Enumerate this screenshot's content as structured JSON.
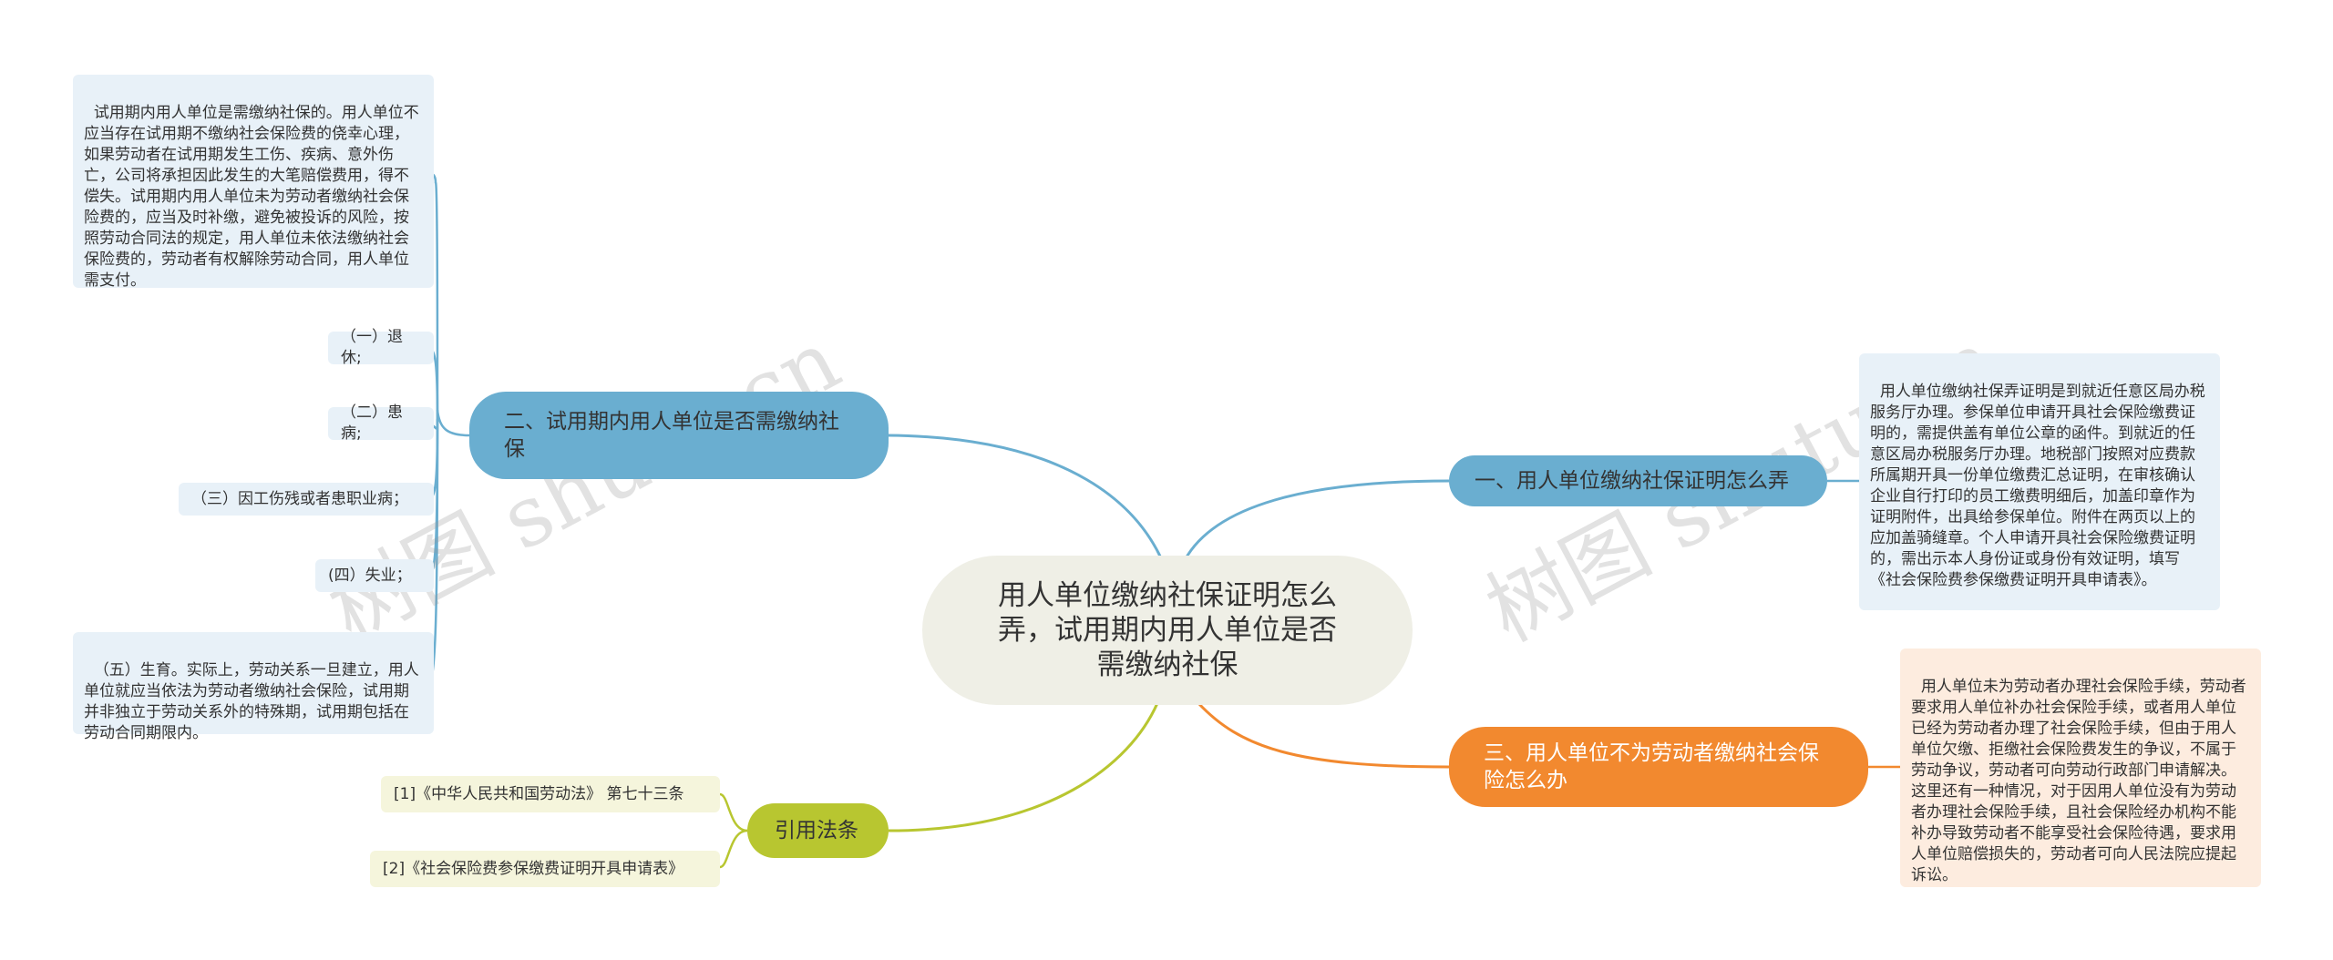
{
  "center": {
    "title": "用人单位缴纳社保证明怎么弄，试用期内用人单位是否需缴纳社保"
  },
  "branches": {
    "b1": {
      "label": "一、用人单位缴纳社保证明怎么弄",
      "color": "#6aaed0"
    },
    "b2": {
      "label": "二、试用期内用人单位是否需缴纳社保",
      "color": "#6aaed0"
    },
    "b3": {
      "label": "三、用人单位不为劳动者缴纳社会保险怎么办",
      "color": "#f2892f"
    },
    "b4": {
      "label": "引用法条",
      "color": "#b8c630"
    }
  },
  "leaves": {
    "b1_text": "用人单位缴纳社保弄证明是到就近任意区局办税服务厅办理。参保单位申请开具社会保险缴费证明的，需提供盖有单位公章的函件。到就近的任意区局办税服务厅办理。地税部门按照对应费款所属期开具一份单位缴费汇总证明，在审核确认企业自行打印的员工缴费明细后，加盖印章作为证明附件，出具给参保单位。附件在两页以上的应加盖骑缝章。个人申请开具社会保险缴费证明的，需出示本人身份证或身份有效证明，填写《社会保险费参保缴费证明开具申请表》。",
    "b2_main": "试用期内用人单位是需缴纳社保的。用人单位不应当存在试用期不缴纳社会保险费的侥幸心理，如果劳动者在试用期发生工伤、疾病、意外伤亡，公司将承担因此发生的大笔赔偿费用，得不偿失。试用期内用人单位未为劳动者缴纳社会保险费的，应当及时补缴，避免被投诉的风险，按照劳动合同法的规定，用人单位未依法缴纳社会保险费的，劳动者有权解除劳动合同，用人单位需支付。",
    "b2_1": "（一）退休;",
    "b2_2": "（二）患病;",
    "b2_3": "（三）因工伤残或者患职业病；",
    "b2_4": "(四）失业；",
    "b2_5": "（五）生育。实际上，劳动关系一旦建立，用人单位就应当依法为劳动者缴纳社会保险，试用期并非独立于劳动关系外的特殊期，试用期包括在劳动合同期限内。",
    "b3_text": "用人单位未为劳动者办理社会保险手续，劳动者要求用人单位补办社会保险手续，或者用人单位已经为劳动者办理了社会保险手续，但由于用人单位欠缴、拒缴社会保险费发生的争议，不属于劳动争议，劳动者可向劳动行政部门申请解决。这里还有一种情况，对于因用人单位没有为劳动者办理社会保险手续，且社会保险经办机构不能补办导致劳动者不能享受社会保险待遇，要求用人单位赔偿损失的，劳动者可向人民法院应提起诉讼。",
    "b4_1": "[1]《中华人民共和国劳动法》 第七十三条",
    "b4_2": "[2]《社会保险费参保缴费证明开具申请表》"
  },
  "watermarks": {
    "w1": "树图 shutu.cn",
    "w2": "树图 shutu.cn"
  }
}
